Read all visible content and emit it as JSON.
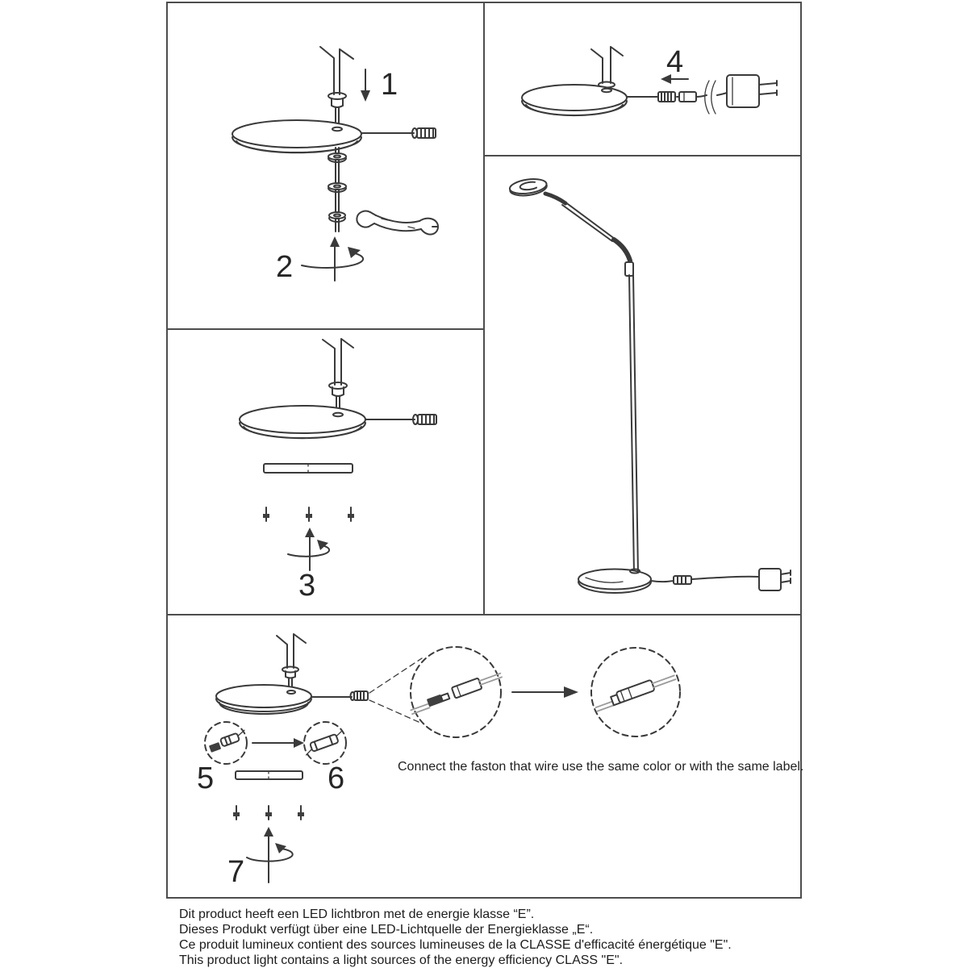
{
  "document": {
    "type": "lamp-assembly-instructions",
    "subject": "floor lamp with round base, adapter plug and faston connectors"
  },
  "steps": {
    "s1": "1",
    "s2": "2",
    "s3": "3",
    "s4": "4",
    "s5": "5",
    "s6": "6",
    "s7": "7"
  },
  "bottom_panel": {
    "note": "Connect the faston that wire use the same color or with the same label."
  },
  "footer": {
    "lines": [
      "Dit product heeft een LED lichtbron met de energie klasse “E”.",
      "Dieses Produkt verfügt über eine LED-Lichtquelle der Energieklasse „E“.",
      "Ce produit lumineux contient des sources lumineuses de la CLASSE d'efficacité énergétique \"E\".",
      "This product light contains a light sources of the energy efficiency CLASS \"E\"."
    ]
  },
  "colors": {
    "line_art": "#3a3a3a",
    "panel_border": "#4d4d4d",
    "text": "#1c1c1c",
    "wire_gray": "#9b9b9b",
    "background": "#ffffff"
  }
}
